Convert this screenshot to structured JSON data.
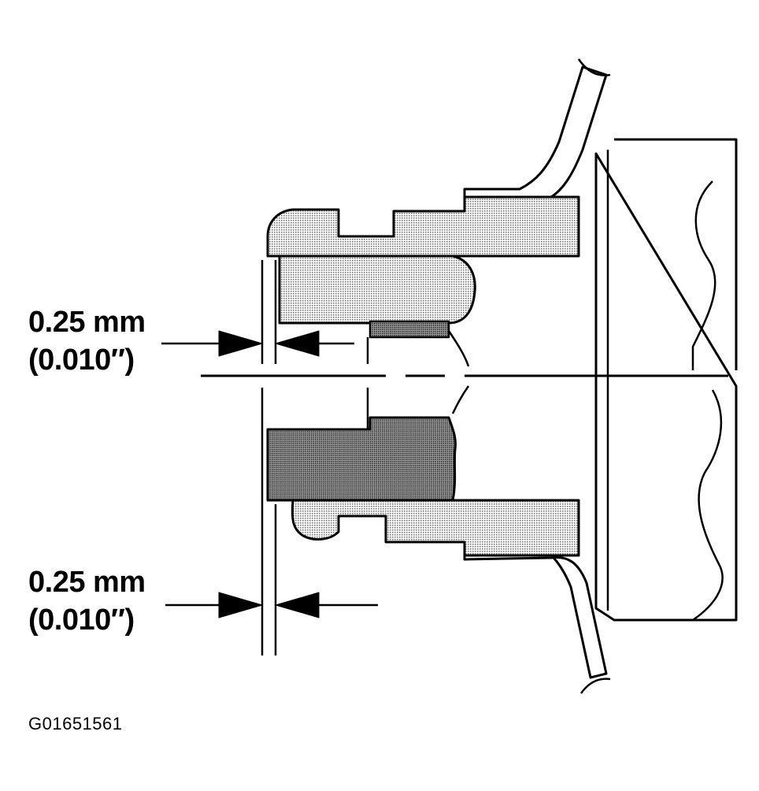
{
  "labels": {
    "upper_value": "0.25 mm",
    "upper_imperial": "(0.010″)",
    "lower_value": "0.25 mm",
    "lower_imperial": "(0.010″)",
    "figure_code": "G01651561"
  },
  "colors": {
    "ink": "#000000",
    "stipple_light": "#c4c4c4",
    "stipple_dark": "#8a8a8a",
    "background": "#ffffff"
  }
}
